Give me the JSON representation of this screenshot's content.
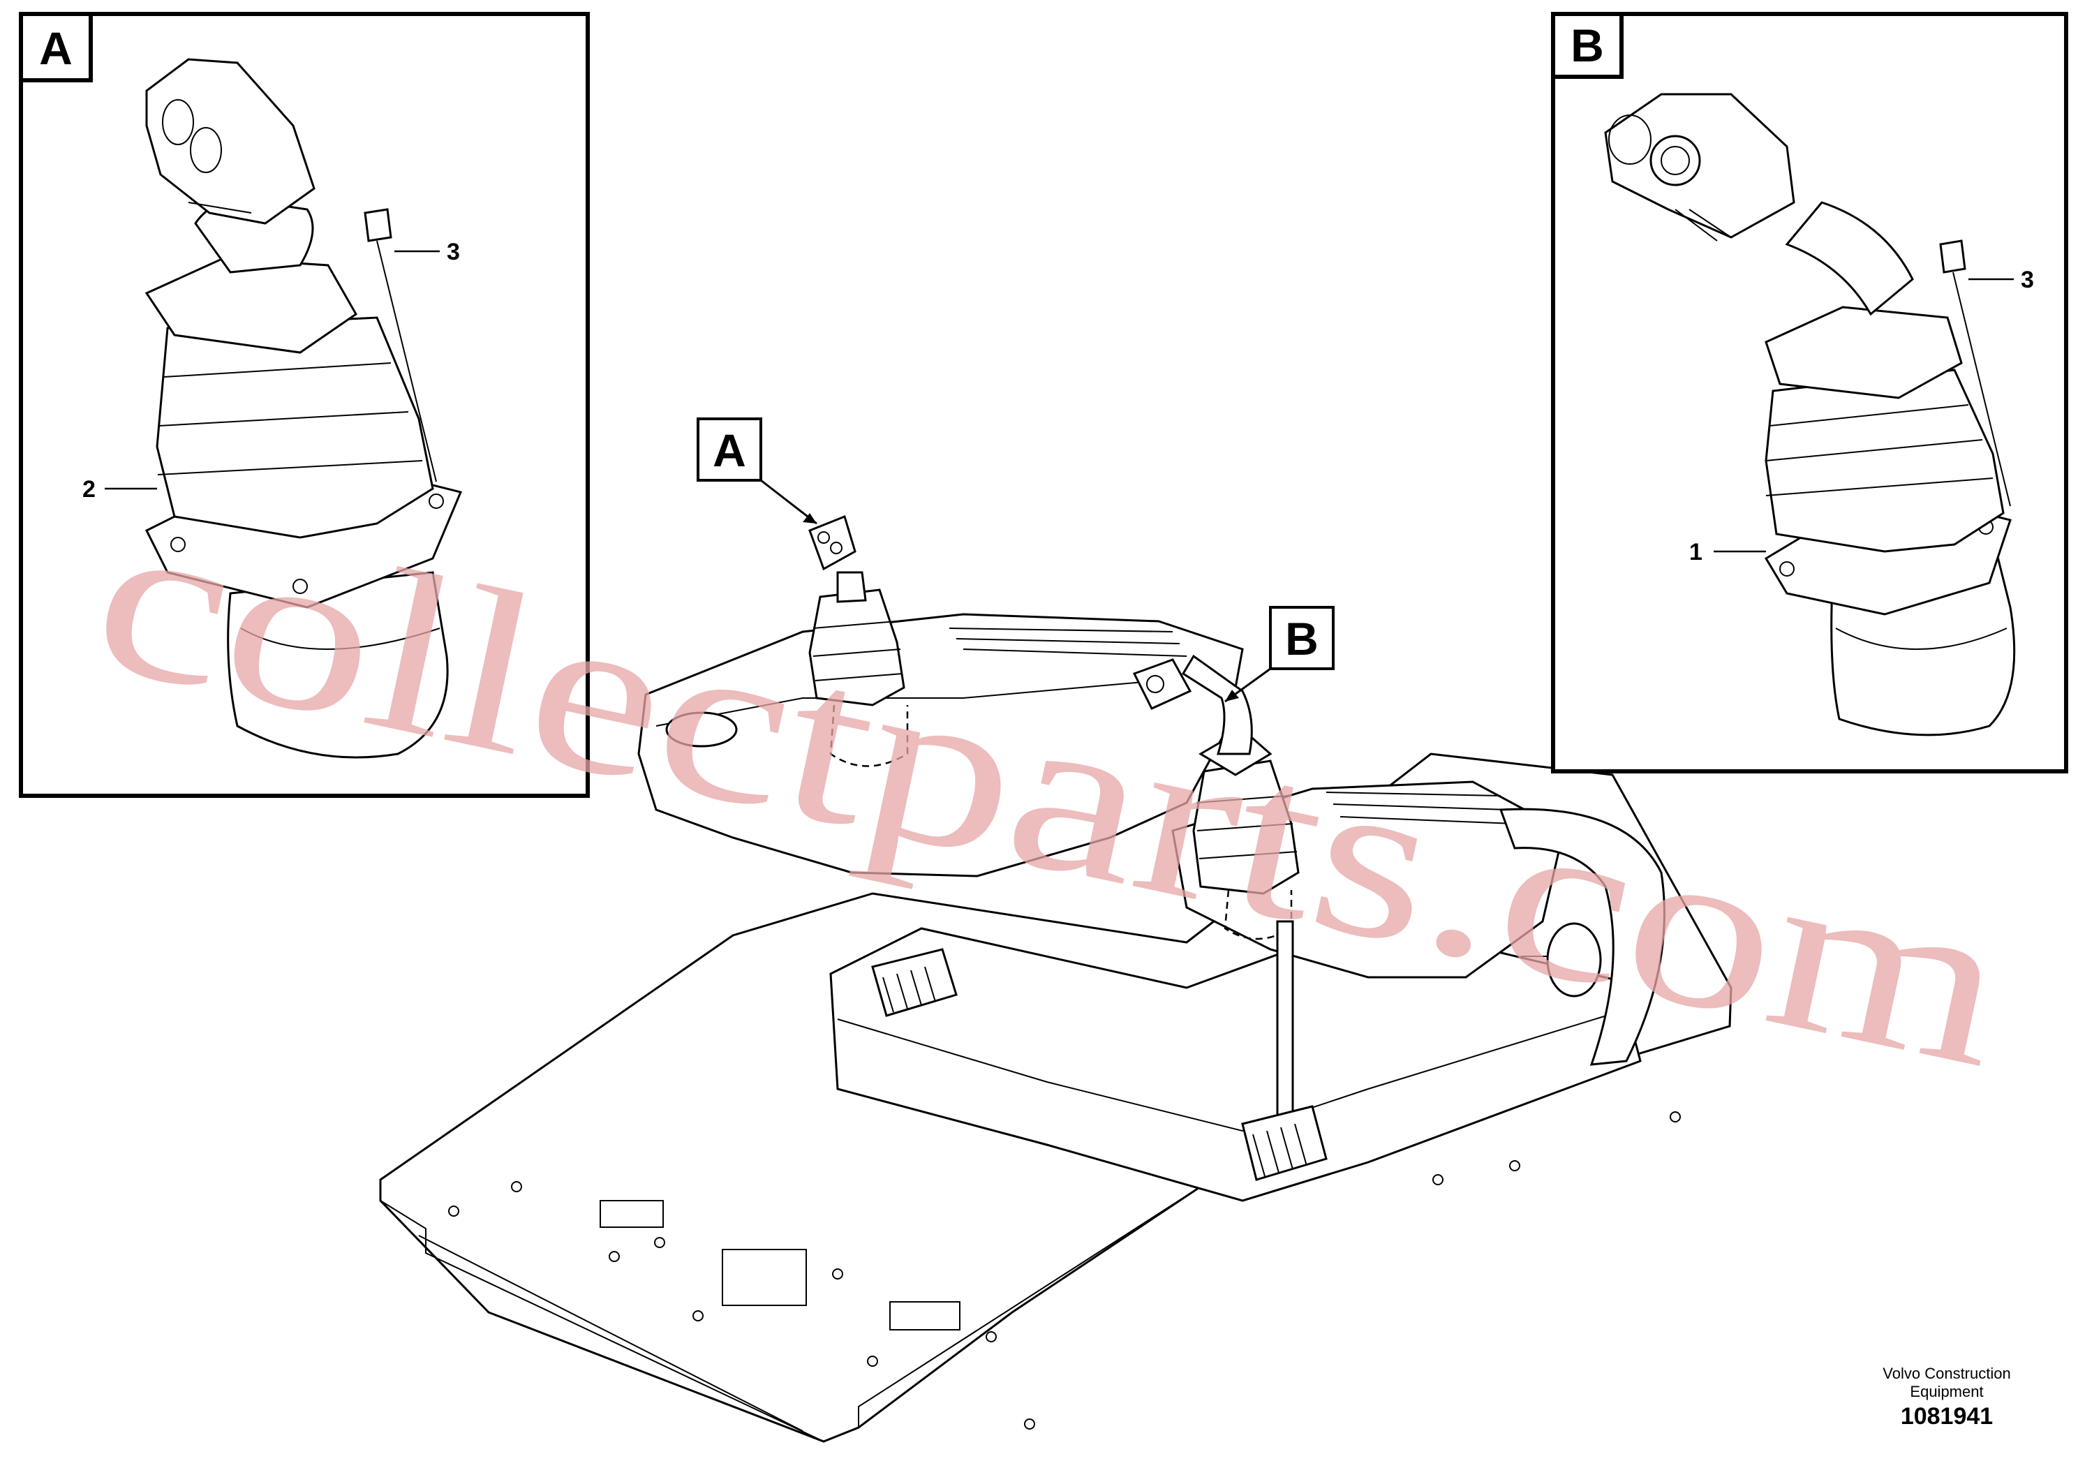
{
  "detail_a": {
    "letter": "A",
    "callouts": [
      {
        "number": "2"
      },
      {
        "number": "3"
      }
    ]
  },
  "detail_b": {
    "letter": "B",
    "callouts": [
      {
        "number": "1"
      },
      {
        "number": "3"
      }
    ]
  },
  "main_view": {
    "pointer_a": "A",
    "pointer_b": "B"
  },
  "watermark": "collectparts.com",
  "credit": {
    "line1": "Volvo Construction",
    "line2": "Equipment",
    "number": "1081941"
  }
}
